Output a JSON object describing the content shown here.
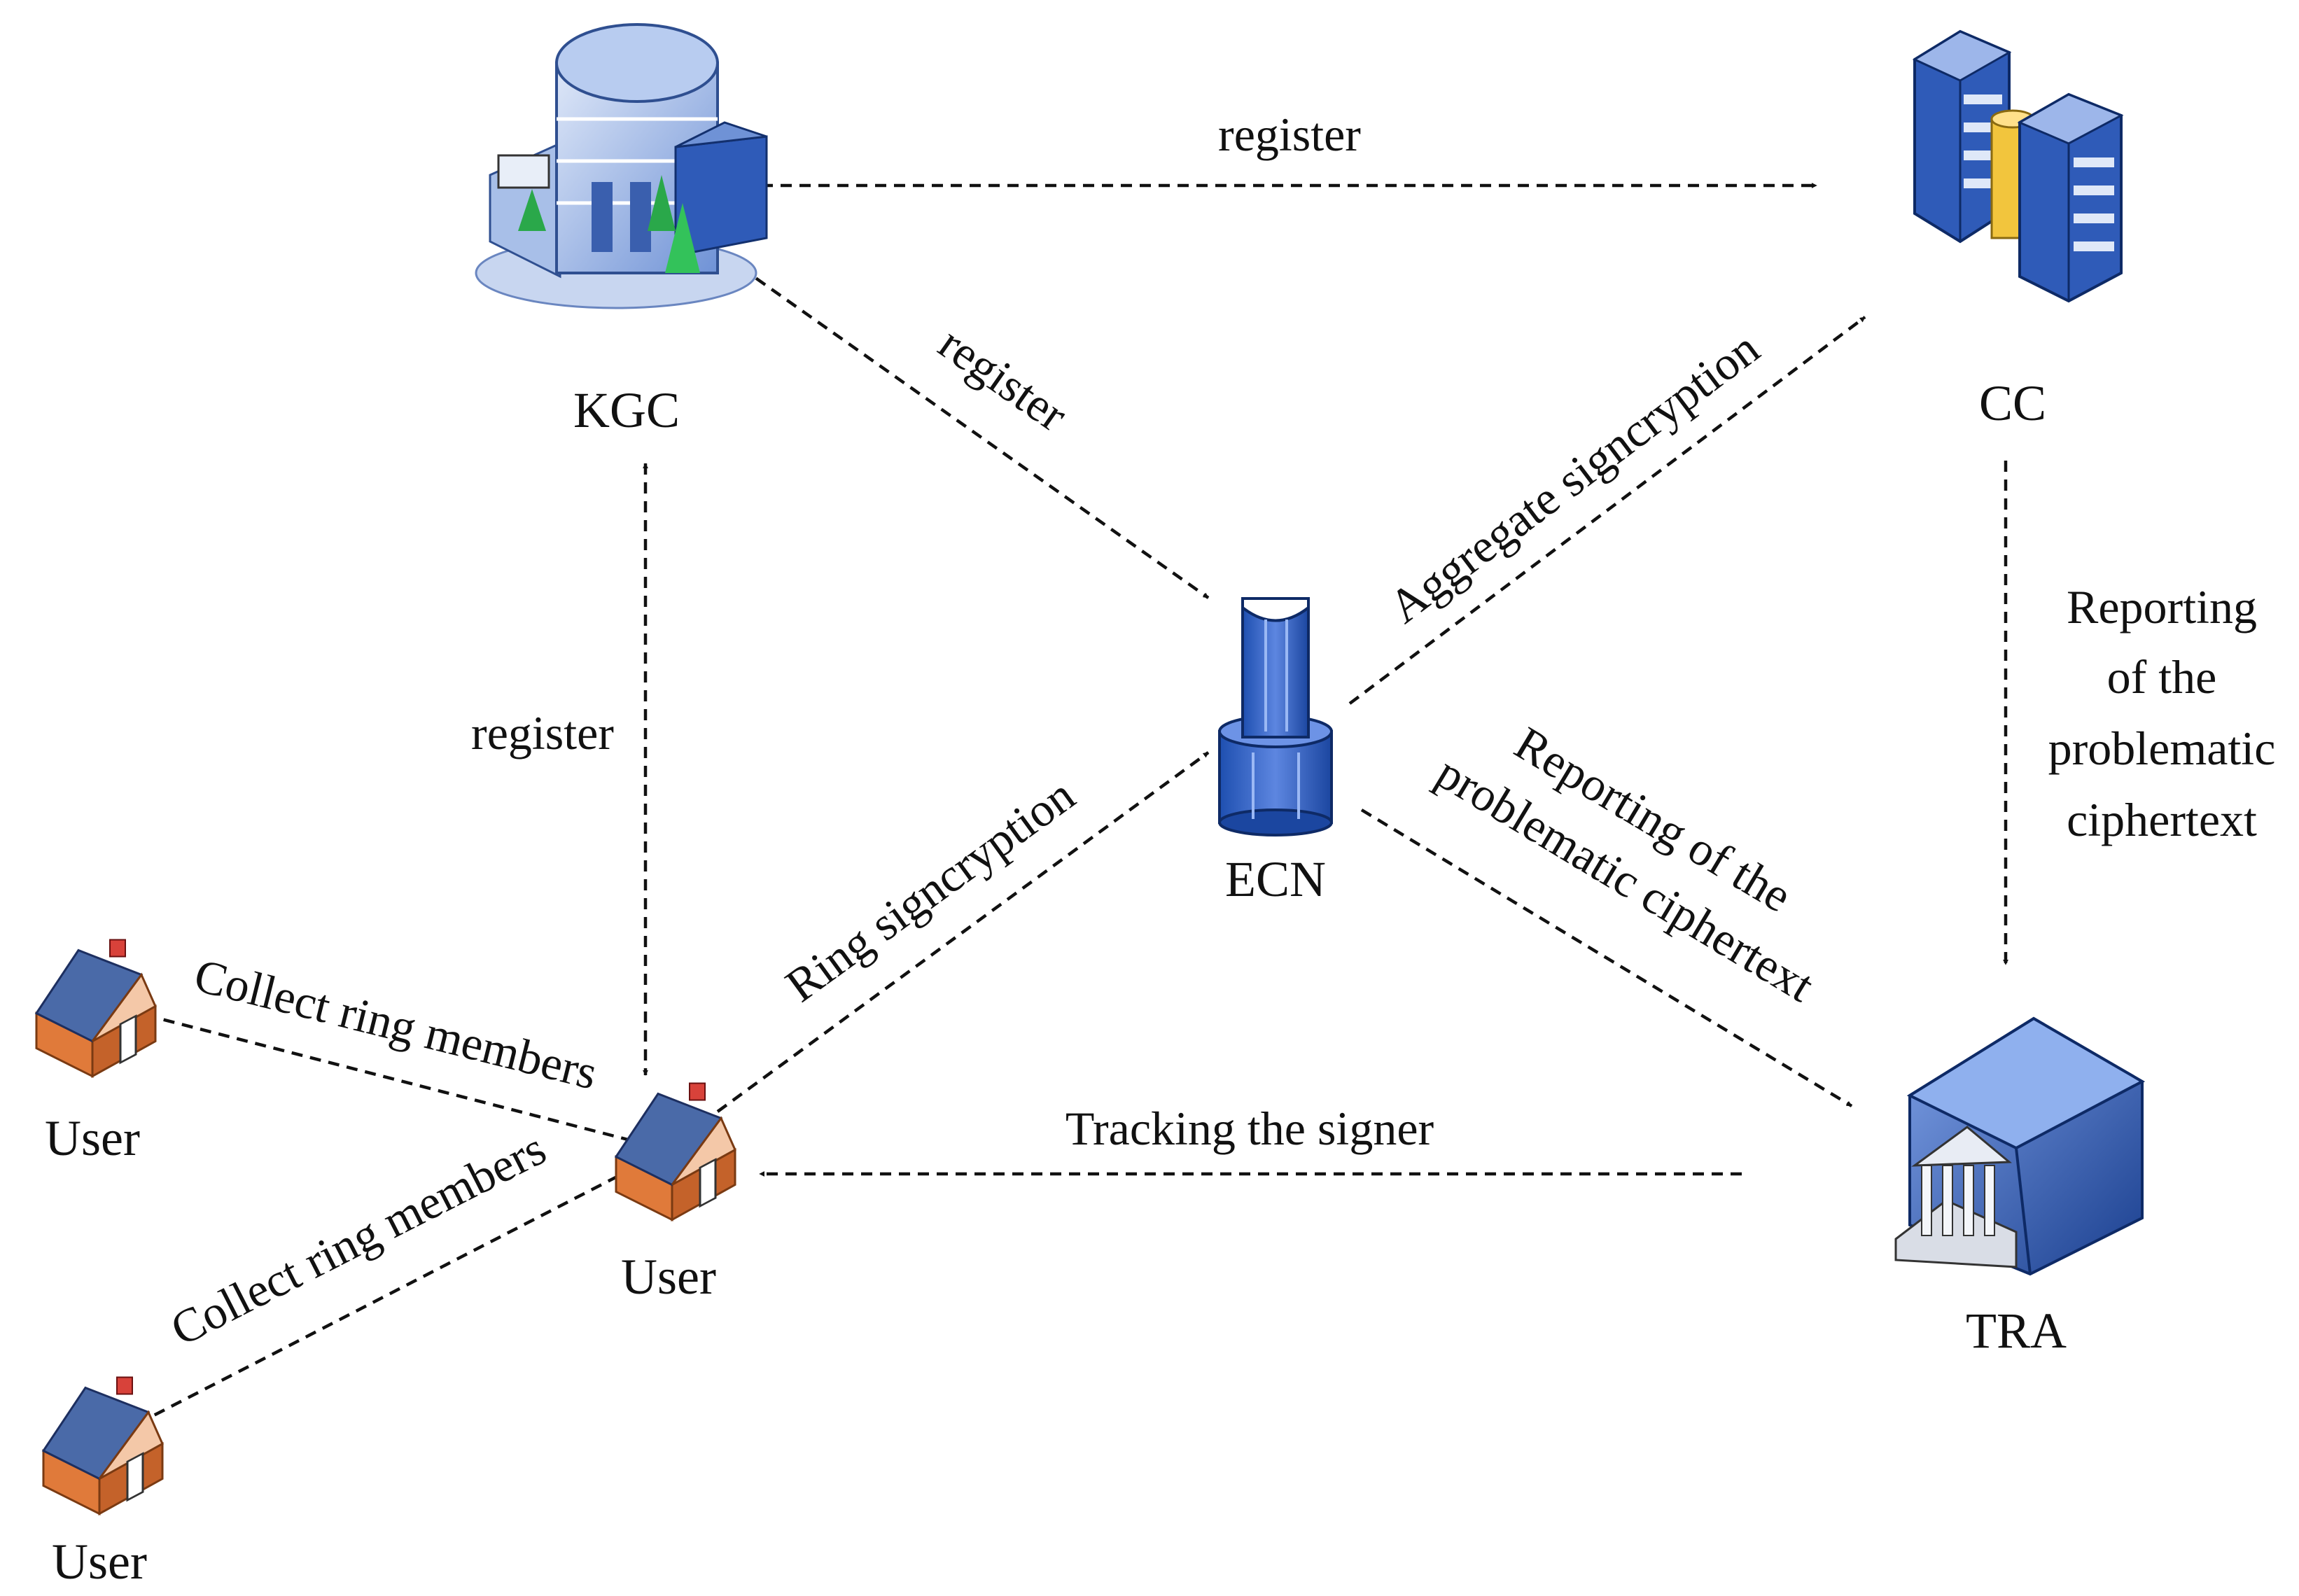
{
  "nodes": {
    "kgc": {
      "label": "KGC",
      "icon": "office-building-icon"
    },
    "cc": {
      "label": "CC",
      "icon": "server-racks-icon"
    },
    "ecn": {
      "label": "ECN",
      "icon": "edge-node-icon"
    },
    "tra": {
      "label": "TRA",
      "icon": "bank-building-icon"
    },
    "user_main": {
      "label": "User",
      "icon": "house-icon"
    },
    "user_top": {
      "label": "User",
      "icon": "house-icon"
    },
    "user_bottom": {
      "label": "User",
      "icon": "house-icon"
    }
  },
  "edges": {
    "kgc_cc": {
      "label": "register"
    },
    "kgc_ecn": {
      "label": "register"
    },
    "kgc_user": {
      "label": "register"
    },
    "ecn_cc": {
      "label": "Aggregate signcryption"
    },
    "cc_tra": {
      "lines": [
        "Reporting",
        "of the",
        "problematic",
        "ciphertext"
      ]
    },
    "ecn_tra": {
      "lines": [
        "Reporting of the",
        "problematic ciphertext"
      ]
    },
    "user_ecn": {
      "label": "Ring signcryption"
    },
    "user_user_top": {
      "label": "Collect ring members"
    },
    "user_user_bottom": {
      "label": "Collect ring members"
    },
    "tra_user": {
      "label": "Tracking the signer"
    }
  },
  "colors": {
    "house_wall": "#e07a3a",
    "roof": "#4a6aa8",
    "building_blue": "#2f5bb8",
    "green": "#2aa84a"
  }
}
